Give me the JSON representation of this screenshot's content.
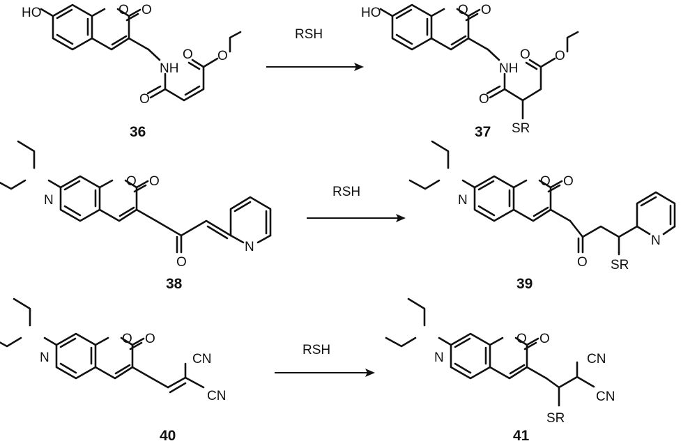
{
  "atom_labels": {
    "hydroxy": "HO",
    "ring_oxygen": "O",
    "carbonyl_oxygen": "O",
    "amide_nh": "NH",
    "amine_n": "N",
    "pyridine_n": "N",
    "nitrile": "CN",
    "thioether": "SR"
  },
  "reactions": [
    {
      "reactant": "36",
      "reagent": "RSH",
      "product": "37"
    },
    {
      "reactant": "38",
      "reagent": "RSH",
      "product": "39"
    },
    {
      "reactant": "40",
      "reagent": "RSH",
      "product": "41"
    }
  ]
}
